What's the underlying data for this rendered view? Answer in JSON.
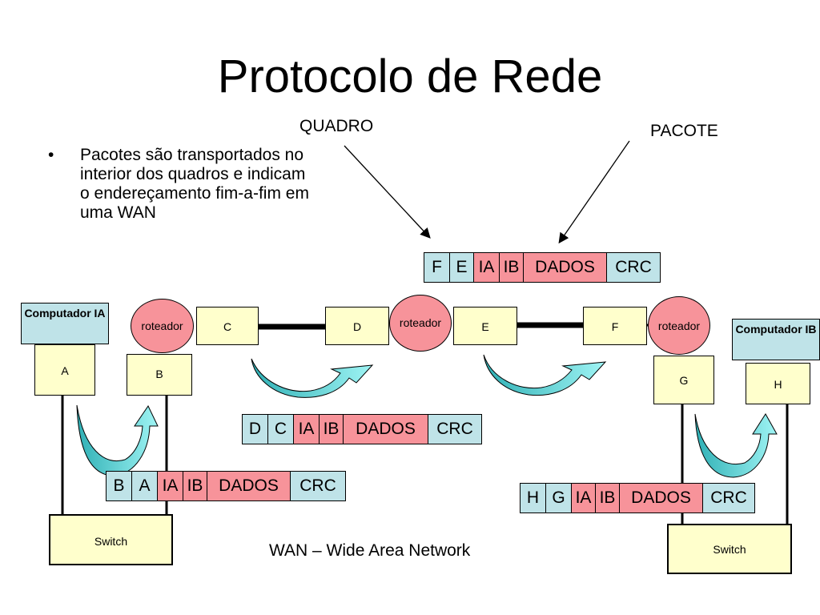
{
  "title": "Protocolo de Rede",
  "bullet": {
    "marker": "•",
    "text": "Pacotes são transportados no interior dos quadros e indicam o endereçamento fim-a-fim em uma WAN"
  },
  "labels": {
    "quadro": "QUADRO",
    "pacote": "PACOTE",
    "wan": "WAN – Wide Area Network"
  },
  "computers": {
    "left": "Computador IA",
    "right": "Computador IB"
  },
  "routers": [
    "roteador",
    "roteador",
    "roteador"
  ],
  "interfaces": {
    "a": "A",
    "b": "B",
    "c": "C",
    "d": "D",
    "e": "E",
    "f": "F",
    "g": "G",
    "h": "H"
  },
  "switches": [
    "Switch",
    "Switch"
  ],
  "frames": {
    "top": [
      "F",
      "E",
      "IA",
      "IB",
      "DADOS",
      "CRC"
    ],
    "middle": [
      "D",
      "C",
      "IA",
      "IB",
      "DADOS",
      "CRC"
    ],
    "left": [
      "B",
      "A",
      "IA",
      "IB",
      "DADOS",
      "CRC"
    ],
    "right": [
      "H",
      "G",
      "IA",
      "IB",
      "DADOS",
      "CRC"
    ]
  },
  "colors": {
    "addr": "#bfe3e8",
    "packet": "#f7939a",
    "box": "#ffffcc",
    "arrow": "#4fc8c8"
  }
}
